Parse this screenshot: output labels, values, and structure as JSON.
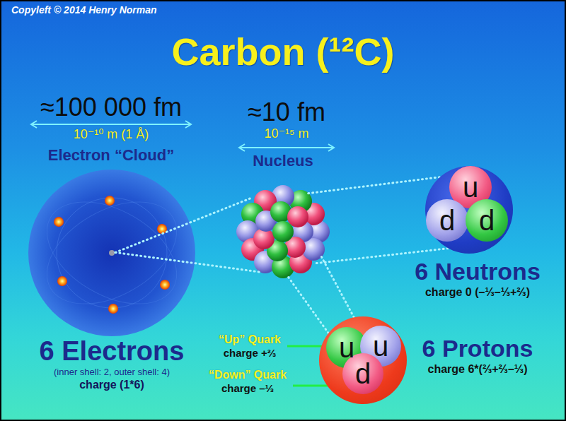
{
  "diagram": {
    "title": "Carbon (¹²C)",
    "nodes": [
      {
        "text": [
          "6 Electrons",
          "(inner shell: 2, outer shell: 4)",
          "charge (1*6)"
        ]
      },
      {
        "text": [
          "Nucleus"
        ]
      },
      {
        "text": [
          "6 Neutrons",
          "charge 0 (–⅓–⅓+⅔)"
        ]
      },
      {
        "text": [
          "u"
        ],
        "in": 2
      },
      {
        "text": [
          "d"
        ],
        "in": 2
      },
      {
        "text": [
          "d"
        ],
        "in": 2
      },
      {
        "text": [
          "6 Protons",
          "charge 6*(⅔+⅔–⅓)"
        ]
      },
      {
        "text": [
          "u"
        ],
        "in": 6
      },
      {
        "text": [
          "u"
        ],
        "in": 6
      },
      {
        "text": [
          "d"
        ],
        "in": 6
      }
    ],
    "edges": [
      {
        "from": 0,
        "to": 1,
        "arrow": "none"
      },
      {
        "from": 1,
        "to": 2,
        "arrow": "none"
      },
      {
        "from": 1,
        "to": 6,
        "arrow": "none"
      }
    ],
    "labels": [
      "Copyleft © 2014 Henry Norman",
      "≈100 000 fm",
      "10⁻¹⁰ m (1 Å)",
      "Electron “Cloud”",
      "≈10 fm",
      "10⁻¹⁵ m",
      "“Up” Quark",
      "charge +⅔",
      "“Down” Quark",
      "charge –⅓"
    ]
  }
}
